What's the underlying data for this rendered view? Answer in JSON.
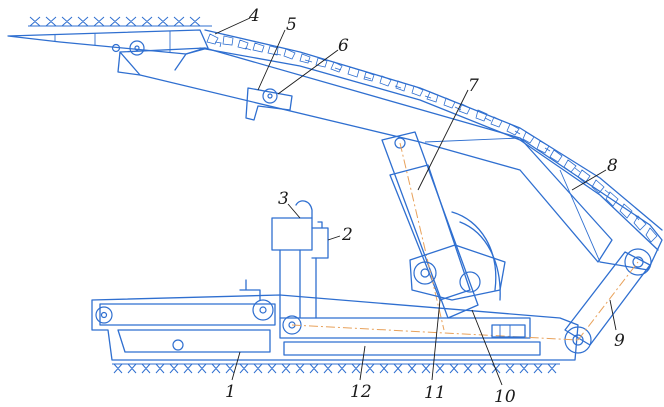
{
  "figure": {
    "callouts": [
      {
        "id": "c1",
        "label": "1"
      },
      {
        "id": "c2",
        "label": "2"
      },
      {
        "id": "c3",
        "label": "3"
      },
      {
        "id": "c4",
        "label": "4"
      },
      {
        "id": "c5",
        "label": "5"
      },
      {
        "id": "c6",
        "label": "6"
      },
      {
        "id": "c7",
        "label": "7"
      },
      {
        "id": "c8",
        "label": "8"
      },
      {
        "id": "c9",
        "label": "9"
      },
      {
        "id": "c10",
        "label": "10"
      },
      {
        "id": "c11",
        "label": "11"
      },
      {
        "id": "c12",
        "label": "12"
      }
    ],
    "colors": {
      "line": "#2f6fd0",
      "axis": "#e8a15a",
      "text": "#1a1a1a"
    }
  }
}
